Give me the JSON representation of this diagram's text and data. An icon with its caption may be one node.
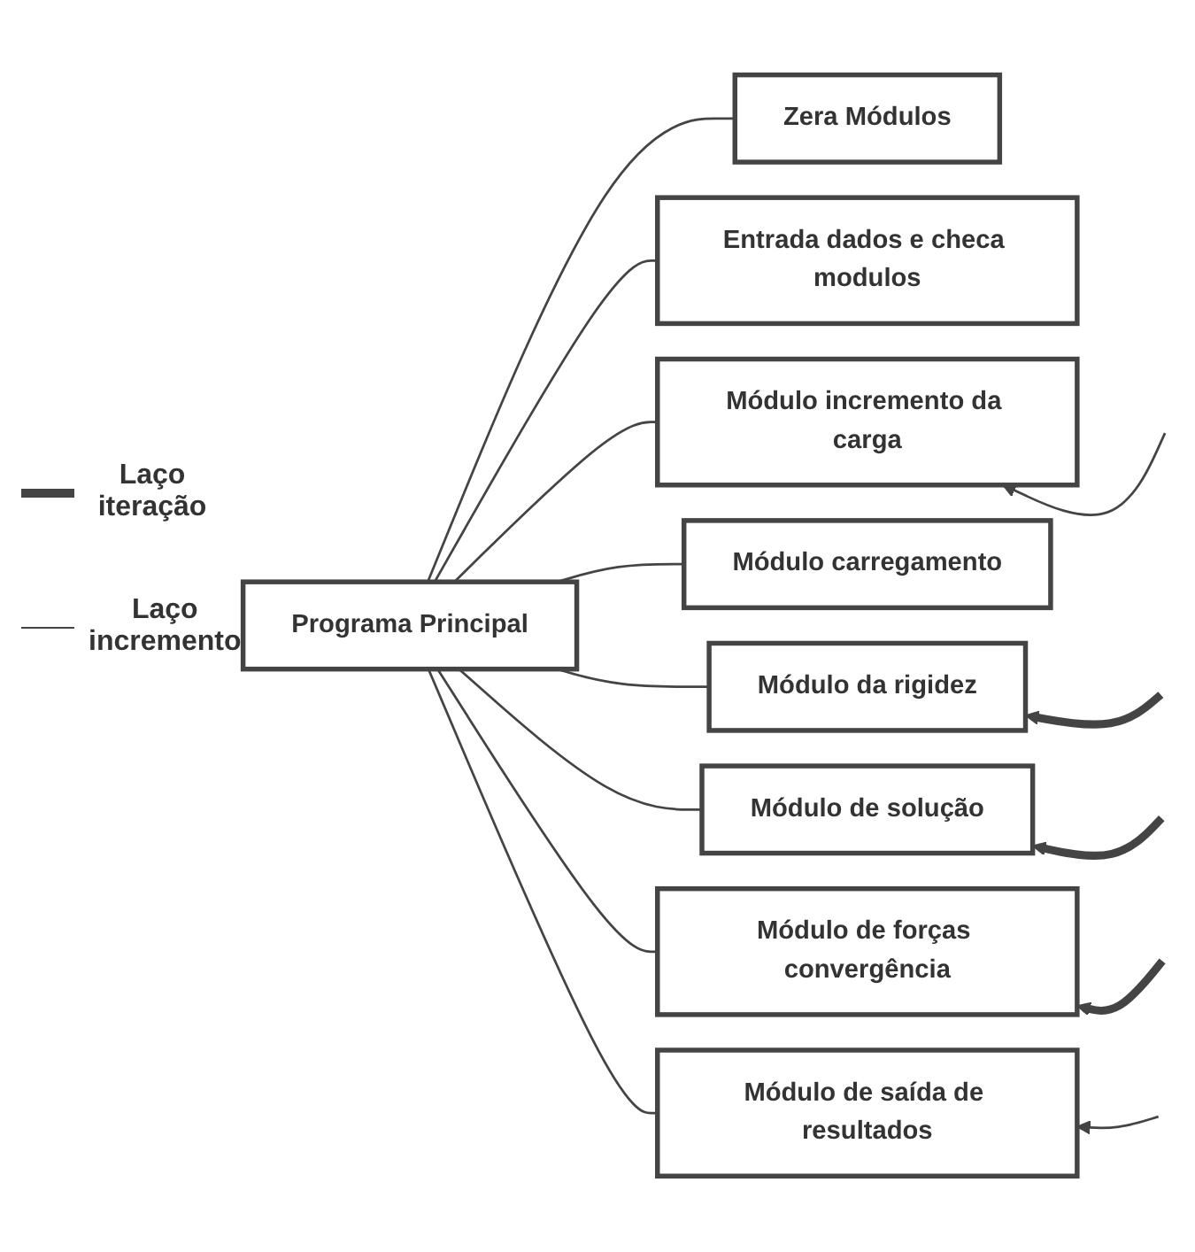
{
  "diagram": {
    "nodes": [
      {
        "text": [
          "Programa Principal"
        ]
      },
      {
        "text": [
          "Zera Módulos"
        ]
      },
      {
        "text": [
          "Entrada dados e checa modulos"
        ]
      },
      {
        "text": [
          "Módulo incremento da carga"
        ]
      },
      {
        "text": [
          "Módulo carregamento"
        ]
      },
      {
        "text": [
          "Módulo da rigidez"
        ]
      },
      {
        "text": [
          "Módulo de solução"
        ]
      },
      {
        "text": [
          "Módulo de forças convergência"
        ]
      },
      {
        "text": [
          "Módulo de saída de resultados"
        ]
      }
    ],
    "edges": [
      {
        "from": 0,
        "to": 1,
        "arrow": "none"
      },
      {
        "from": 0,
        "to": 2,
        "arrow": "none"
      },
      {
        "from": 0,
        "to": 3,
        "arrow": "none"
      },
      {
        "from": 0,
        "to": 4,
        "arrow": "none"
      },
      {
        "from": 0,
        "to": 5,
        "arrow": "none"
      },
      {
        "from": 0,
        "to": 6,
        "arrow": "none"
      },
      {
        "from": 0,
        "to": 7,
        "arrow": "none"
      },
      {
        "from": 0,
        "to": 8,
        "arrow": "none"
      },
      {
        "from": null,
        "to": 3,
        "arrow": "to"
      },
      {
        "from": null,
        "to": 5,
        "arrow": "to",
        "style": "thick"
      },
      {
        "from": null,
        "to": 6,
        "arrow": "to",
        "style": "thick"
      },
      {
        "from": null,
        "to": 7,
        "arrow": "to",
        "style": "thick"
      },
      {
        "from": null,
        "to": 8,
        "arrow": "to"
      }
    ],
    "legend": [
      {
        "text": "Laço iteração"
      },
      {
        "text": "Laço incremento"
      }
    ]
  }
}
